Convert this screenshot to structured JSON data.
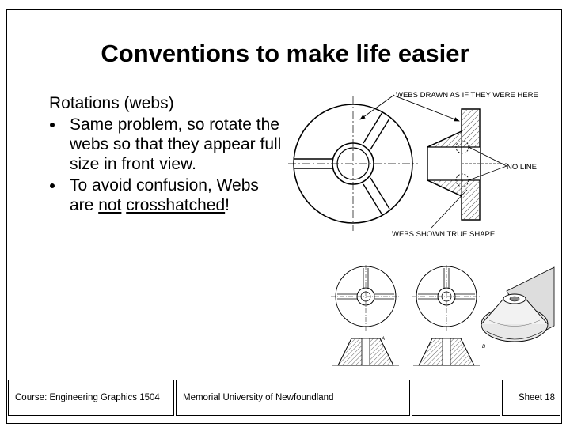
{
  "title": "Conventions to make life easier",
  "body": {
    "heading": "Rotations (webs)",
    "bullet1": "Same problem, so rotate the webs so that they appear full size in front view.",
    "bullet2_prefix": "To avoid confusion, Webs are ",
    "bullet2_not": "not",
    "bullet2_space": " ",
    "bullet2_cross": "crosshatched",
    "bullet2_suffix": "!"
  },
  "figure": {
    "label_webs_drawn": "WEBS DRAWN AS IF THEY WERE HERE",
    "label_no_line": "NO LINE",
    "label_webs_true": "WEBS SHOWN TRUE SHAPE",
    "label_a": "A",
    "label_b": "B"
  },
  "footer": {
    "course": "Course: Engineering Graphics 1504",
    "university": "Memorial University of Newfoundland",
    "blank": "",
    "sheet": "Sheet 18"
  }
}
